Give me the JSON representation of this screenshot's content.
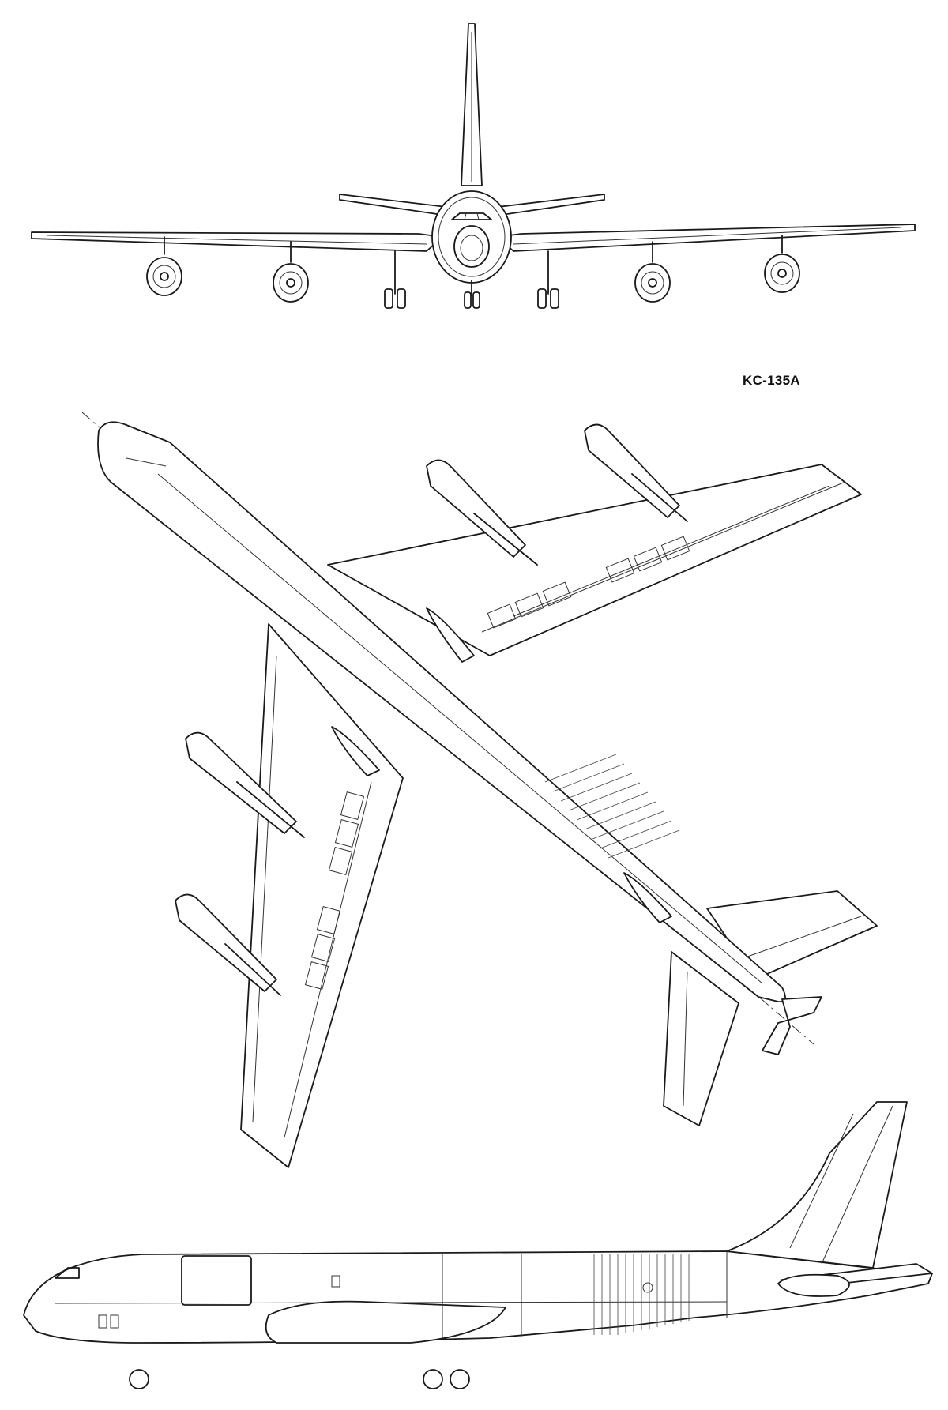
{
  "label": {
    "model": "KC-135A"
  },
  "views": {
    "front": "front",
    "top": "top",
    "side": "side"
  },
  "colors": {
    "ink": "#1a1a1a",
    "paper": "#ffffff"
  }
}
